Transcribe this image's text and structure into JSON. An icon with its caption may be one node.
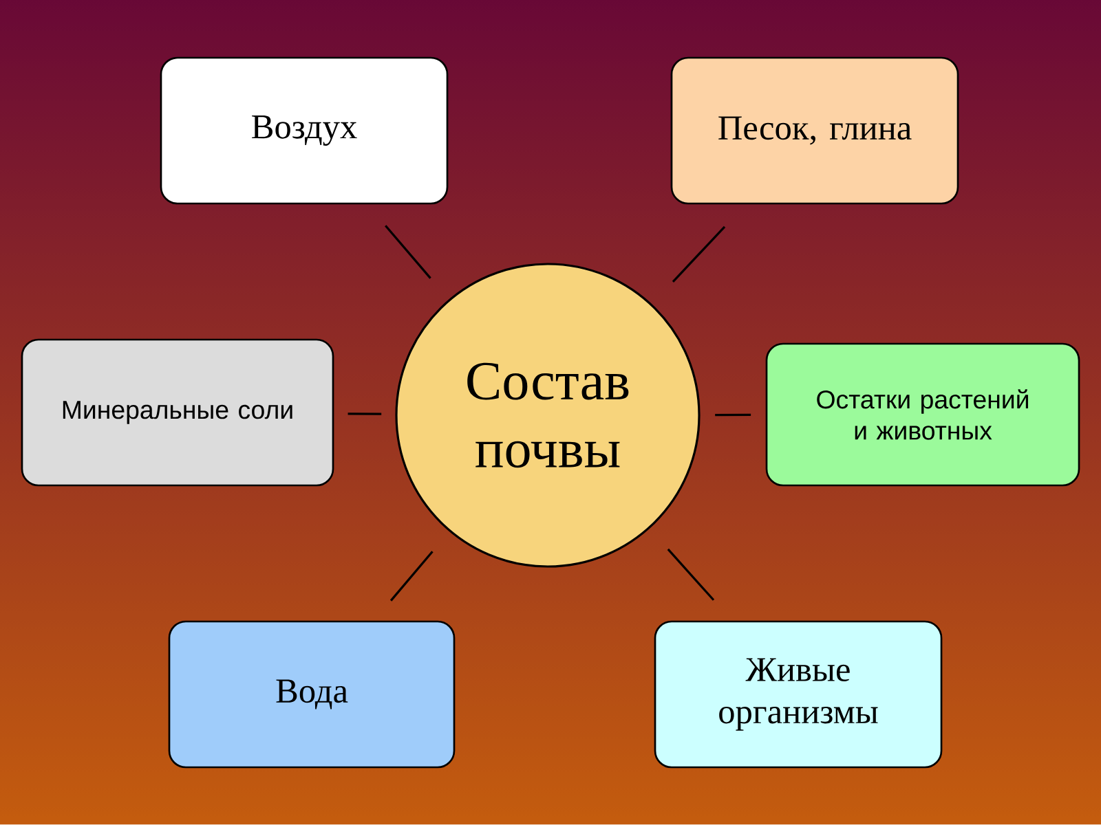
{
  "diagram": {
    "nodes": [
      {
        "text": [
          "Воздух"
        ]
      },
      {
        "text": [
          "Песок, глина"
        ]
      },
      {
        "text": [
          "Минеральные соли"
        ]
      },
      {
        "text": [
          "Состав почвы"
        ]
      },
      {
        "text": [
          "Остатки растений и животных"
        ]
      },
      {
        "text": [
          "Вода"
        ]
      },
      {
        "text": [
          "Живые организмы"
        ]
      }
    ],
    "edges": [
      {
        "from": 3,
        "to": 0,
        "arrow": "none"
      },
      {
        "from": 3,
        "to": 1,
        "arrow": "none"
      },
      {
        "from": 3,
        "to": 2,
        "arrow": "none"
      },
      {
        "from": 3,
        "to": 4,
        "arrow": "none"
      },
      {
        "from": 3,
        "to": 5,
        "arrow": "none"
      },
      {
        "from": 3,
        "to": 6,
        "arrow": "none"
      }
    ]
  }
}
